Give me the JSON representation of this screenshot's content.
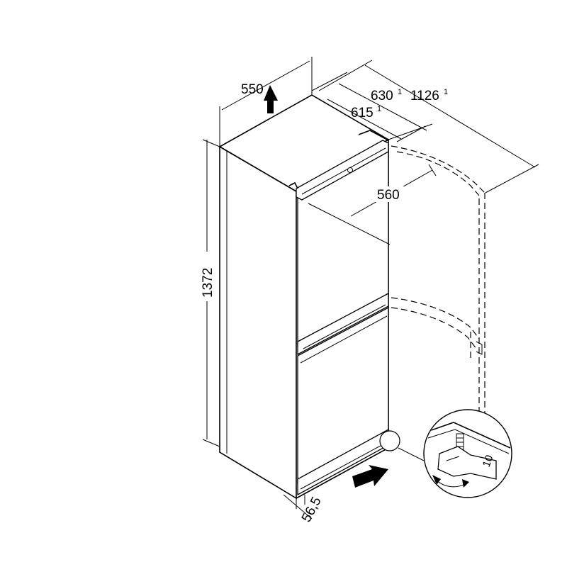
{
  "dimensions": {
    "width": "550",
    "height": "1372",
    "depth": "615",
    "depth_sup": "1",
    "depth_door": "630",
    "depth_door_sup": "1",
    "depth_open": "1126",
    "depth_open_sup": "1",
    "niche_depth": "560",
    "base_offset": "56,5",
    "wrench_size": "10"
  },
  "colors": {
    "line": "#000000",
    "background": "#ffffff"
  },
  "icons": [
    "arrow-up-icon",
    "arrow-right-icon",
    "wrench-icon",
    "rotate-arrow-icon"
  ]
}
